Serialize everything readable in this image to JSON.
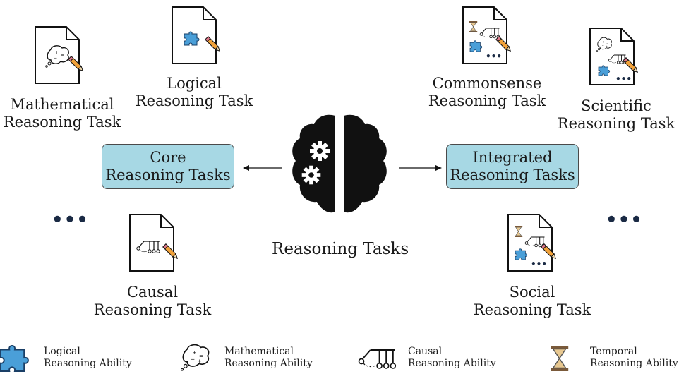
{
  "tasks": {
    "mathematical": [
      "Mathematical",
      "Reasoning Task"
    ],
    "logical": [
      "Logical",
      "Reasoning Task"
    ],
    "commonsense": [
      "Commonsense",
      "Reasoning Task"
    ],
    "scientific": [
      "Scientific",
      "Reasoning Task"
    ],
    "causal": [
      "Causal",
      "Reasoning Task"
    ],
    "social": [
      "Social",
      "Reasoning Task"
    ]
  },
  "boxes": {
    "core": [
      "Core",
      "Reasoning Tasks"
    ],
    "integrated": [
      "Integrated",
      "Reasoning Tasks"
    ]
  },
  "center_title": "Reasoning Tasks",
  "ellipsis": "•••",
  "legend": {
    "logical": [
      "Logical",
      "Reasoning Ability"
    ],
    "mathematical": [
      "Mathematical",
      "Reasoning Ability"
    ],
    "causal": [
      "Causal",
      "Reasoning Ability"
    ],
    "temporal": [
      "Temporal",
      "Reasoning Ability"
    ]
  },
  "colors": {
    "box_fill": "#a7d8e4",
    "puzzle": "#4a9fd8",
    "pencil": "#f2a23a",
    "brain": "#111111"
  },
  "icons": [
    "document-icon",
    "puzzle-icon",
    "thought-bubble-icon",
    "pendulum-icon",
    "hourglass-icon",
    "pencil-icon",
    "brain-icon",
    "gear-icon"
  ]
}
